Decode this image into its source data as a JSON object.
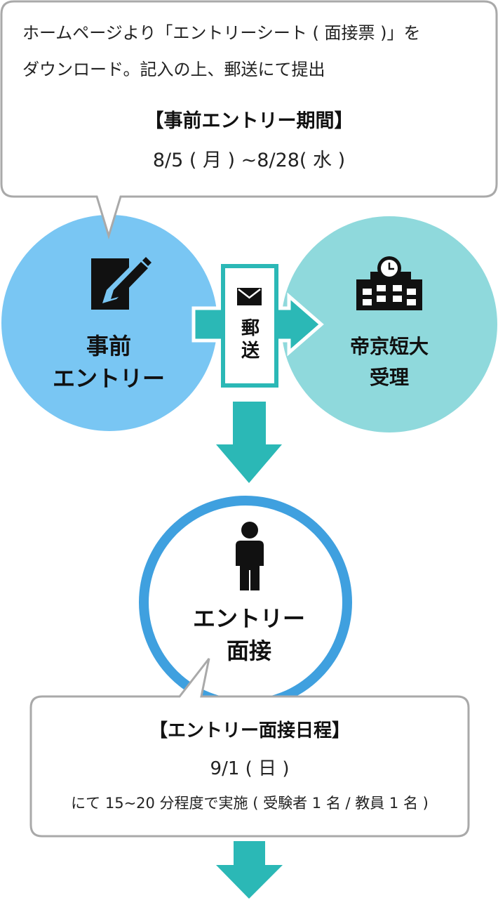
{
  "note": {
    "line1": "ホームページより「エントリーシート ( 面接票 )」を",
    "line2": "ダウンロード。記入の上、郵送にて提出"
  },
  "period": {
    "title": "【事前エントリー期間】",
    "dates": "8/5 ( 月 ) ~8/28( 水 )"
  },
  "steps": {
    "entry": {
      "line1": "事前",
      "line2": "エントリー"
    },
    "mail": {
      "line1": "郵",
      "line2": "送"
    },
    "receipt": {
      "line1": "帝京短大",
      "line2": "受理"
    },
    "interview": {
      "line1": "エントリー",
      "line2": "面接"
    }
  },
  "schedule": {
    "title": "【エントリー面接日程】",
    "date": "9/1 ( 日 )",
    "detail": "にて 15~20 分程度で実施 ( 受験者 1 名 / 教員 1 名 )"
  },
  "colors": {
    "entry_circle": "#79c6f3",
    "receipt_circle": "#8fd9dc",
    "arrow_teal": "#2bb8b6",
    "interview_ring": "#3fa0df",
    "bubble_border": "#a9a9a9",
    "icon_dark": "#111111"
  },
  "icons": [
    "pencil-note-icon",
    "envelope-icon",
    "school-building-icon",
    "person-icon",
    "arrow-down-icon"
  ]
}
